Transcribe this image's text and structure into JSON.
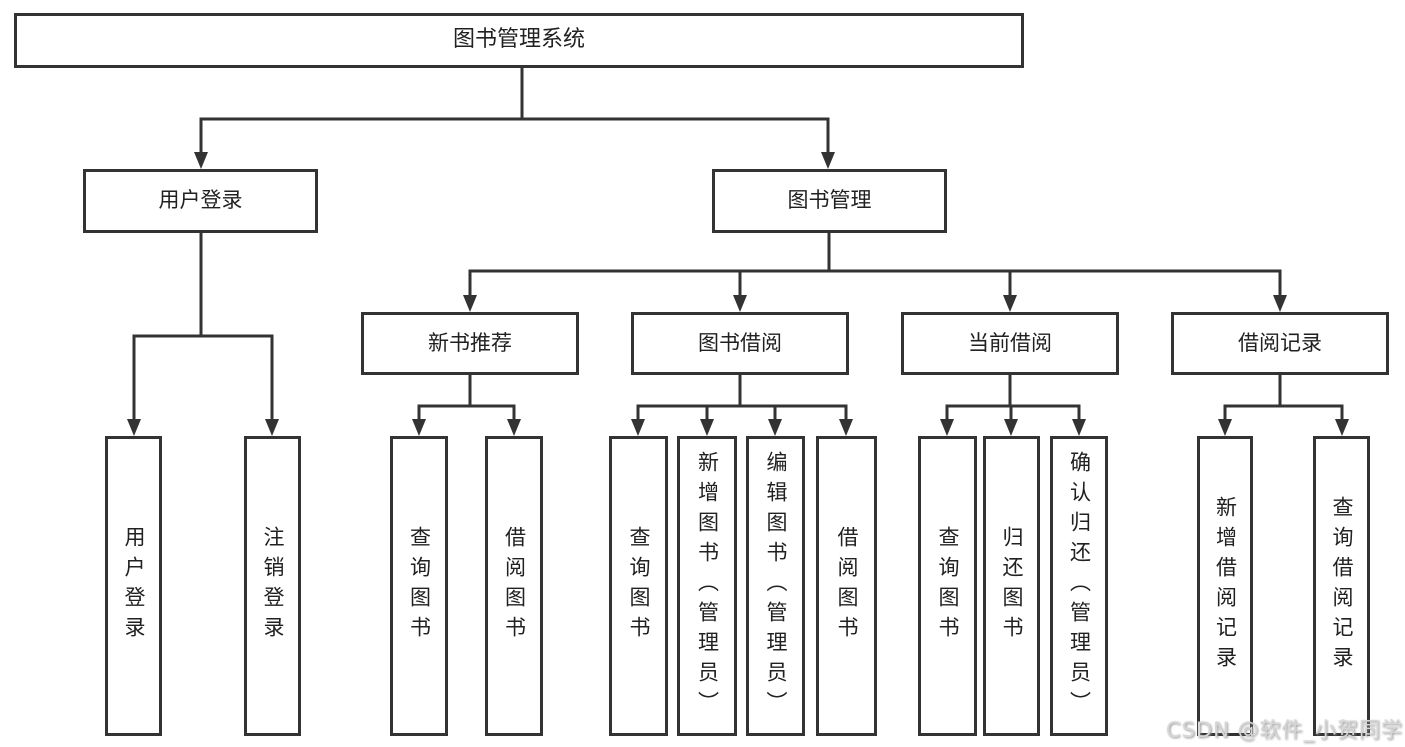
{
  "colors": {
    "line": "#333333",
    "box_border": "#333333",
    "text": "#212121",
    "background": "#ffffff",
    "watermark": "#d6d6d6"
  },
  "watermark": {
    "text": "CSDN @软件_小贺同学"
  },
  "tree": {
    "root": {
      "label": "图书管理系统"
    },
    "branches": [
      {
        "label": "用户登录",
        "children": [
          {
            "label": "用户登录"
          },
          {
            "label": "注销登录"
          }
        ]
      },
      {
        "label": "图书管理",
        "children": [
          {
            "label": "新书推荐",
            "children": [
              {
                "label": "查询图书"
              },
              {
                "label": "借阅图书"
              }
            ]
          },
          {
            "label": "图书借阅",
            "children": [
              {
                "label": "查询图书"
              },
              {
                "label": "新增图书（管理员）"
              },
              {
                "label": "编辑图书（管理员）"
              },
              {
                "label": "借阅图书"
              }
            ]
          },
          {
            "label": "当前借阅",
            "children": [
              {
                "label": "查询图书"
              },
              {
                "label": "归还图书"
              },
              {
                "label": "确认归还（管理员）"
              }
            ]
          },
          {
            "label": "借阅记录",
            "children": [
              {
                "label": "新增借阅记录"
              },
              {
                "label": "查询借阅记录"
              }
            ]
          }
        ]
      }
    ]
  }
}
